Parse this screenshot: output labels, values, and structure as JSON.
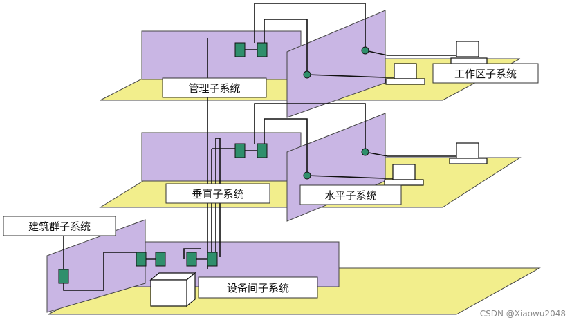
{
  "labels": {
    "management": "管理子系统",
    "work_area": "工作区子系统",
    "vertical": "垂直子系统",
    "horizontal": "水平子系统",
    "campus": "建筑群子系统",
    "equipment_room": "设备间子系统"
  },
  "watermark": "CSDN @Xiaowu2048",
  "colors": {
    "floor": "#f2ee8c",
    "wall": "#c9b6e4",
    "connector": "#2f8f6c",
    "line": "#111111",
    "label_bg": "#ffffff"
  }
}
